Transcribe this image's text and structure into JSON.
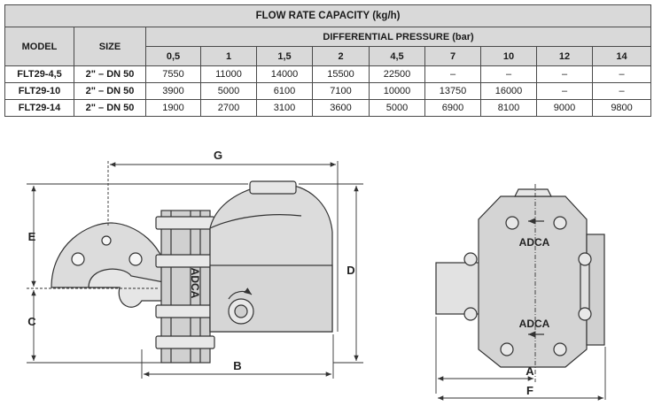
{
  "table": {
    "title": "FLOW RATE CAPACITY (kg/h)",
    "col_model": "MODEL",
    "col_size": "SIZE",
    "pressure_header": "DIFFERENTIAL PRESSURE (bar)",
    "pressures": [
      "0,5",
      "1",
      "1,5",
      "2",
      "4,5",
      "7",
      "10",
      "12",
      "14"
    ],
    "rows": [
      {
        "model": "FLT29-4,5",
        "size": "2\" – DN 50",
        "values": [
          "7550",
          "11000",
          "14000",
          "15500",
          "22500",
          "–",
          "–",
          "–",
          "–"
        ]
      },
      {
        "model": "FLT29-10",
        "size": "2\" – DN 50",
        "values": [
          "3900",
          "5000",
          "6100",
          "7100",
          "10000",
          "13750",
          "16000",
          "–",
          "–"
        ]
      },
      {
        "model": "FLT29-14",
        "size": "2\" – DN 50",
        "values": [
          "1900",
          "2700",
          "3100",
          "3600",
          "5000",
          "6900",
          "8100",
          "9000",
          "9800"
        ]
      }
    ]
  },
  "dimensions": {
    "g": "G",
    "e": "E",
    "c": "C",
    "d": "D",
    "b": "B",
    "a": "A",
    "f": "F"
  },
  "logo_text": "ADCA"
}
